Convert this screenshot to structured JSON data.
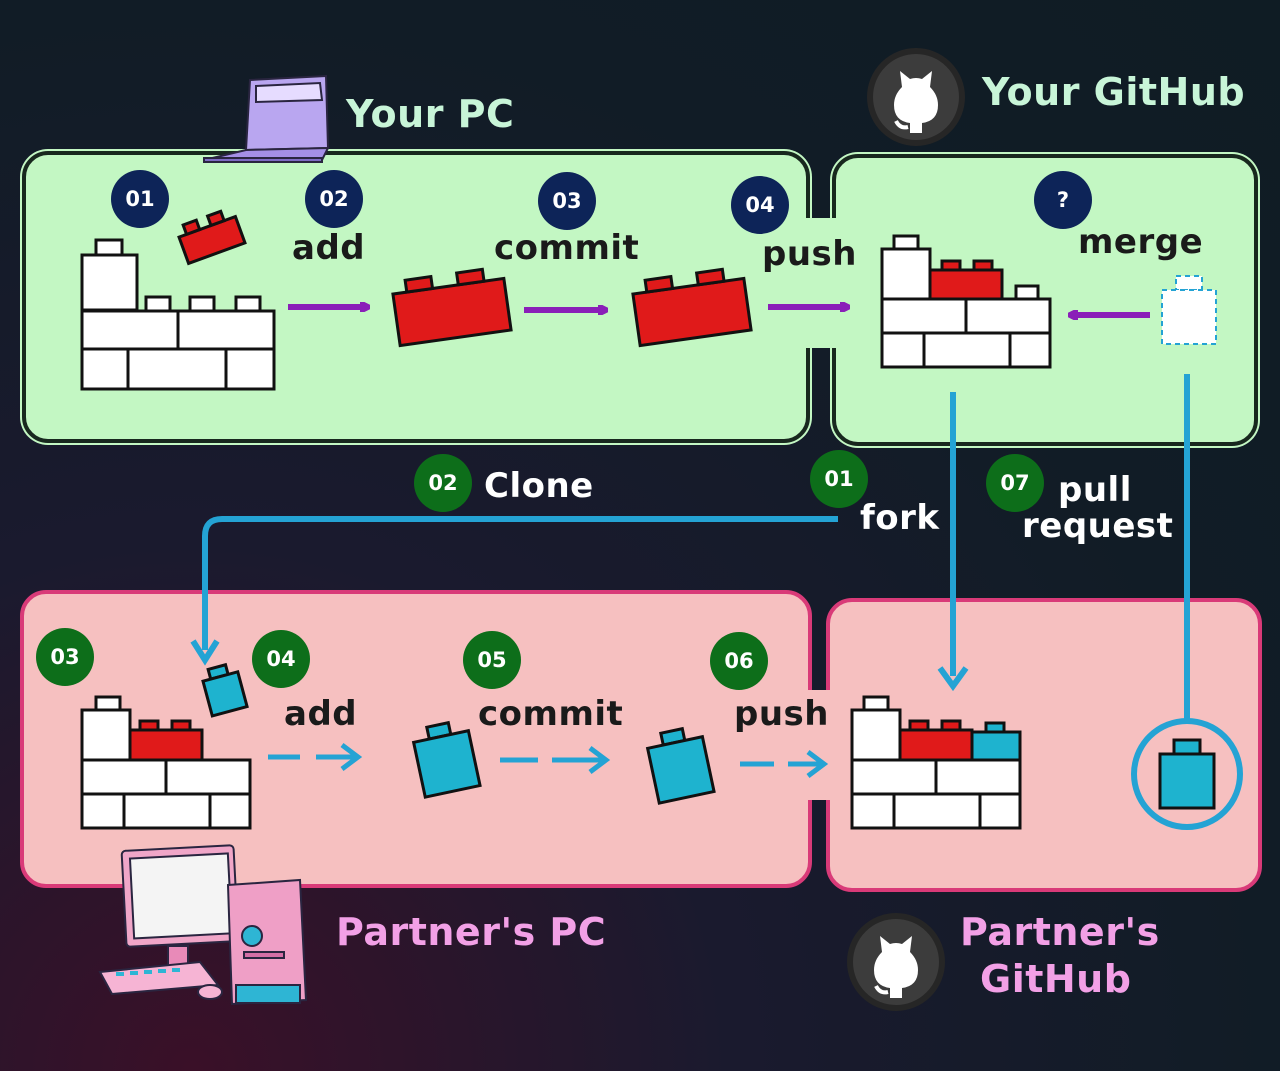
{
  "titles": {
    "your_pc": "Your PC",
    "your_github": "Your GitHub",
    "partners_pc": "Partner's PC",
    "partners_github_line1": "Partner's",
    "partners_github_line2": "GitHub"
  },
  "your_pc_steps": [
    {
      "badge": "01",
      "label": ""
    },
    {
      "badge": "02",
      "label": "add"
    },
    {
      "badge": "03",
      "label": "commit"
    },
    {
      "badge": "04",
      "label": "push"
    }
  ],
  "your_github_step": {
    "badge": "?",
    "label": "merge"
  },
  "middle_steps": [
    {
      "badge": "02",
      "label": "Clone"
    },
    {
      "badge": "01",
      "label": "fork"
    },
    {
      "badge": "07",
      "label_line1": "pull",
      "label_line2": "request"
    }
  ],
  "partner_pc_steps": [
    {
      "badge": "03",
      "label": ""
    },
    {
      "badge": "04",
      "label": "add"
    },
    {
      "badge": "05",
      "label": "commit"
    },
    {
      "badge": "06",
      "label": "push"
    }
  ],
  "colors": {
    "green_panel": "#c3f7c3",
    "pink_panel": "#f6c0c0",
    "red_brick": "#e01a1a",
    "cyan_brick": "#1eb3cf",
    "purple_arrow": "#8a1fb8",
    "blue_line": "#24a3d4",
    "badge_navy": "#0d2458",
    "badge_green": "#0d6e1a"
  },
  "icons": [
    "laptop-icon",
    "github-icon",
    "desktop-pc-icon"
  ]
}
